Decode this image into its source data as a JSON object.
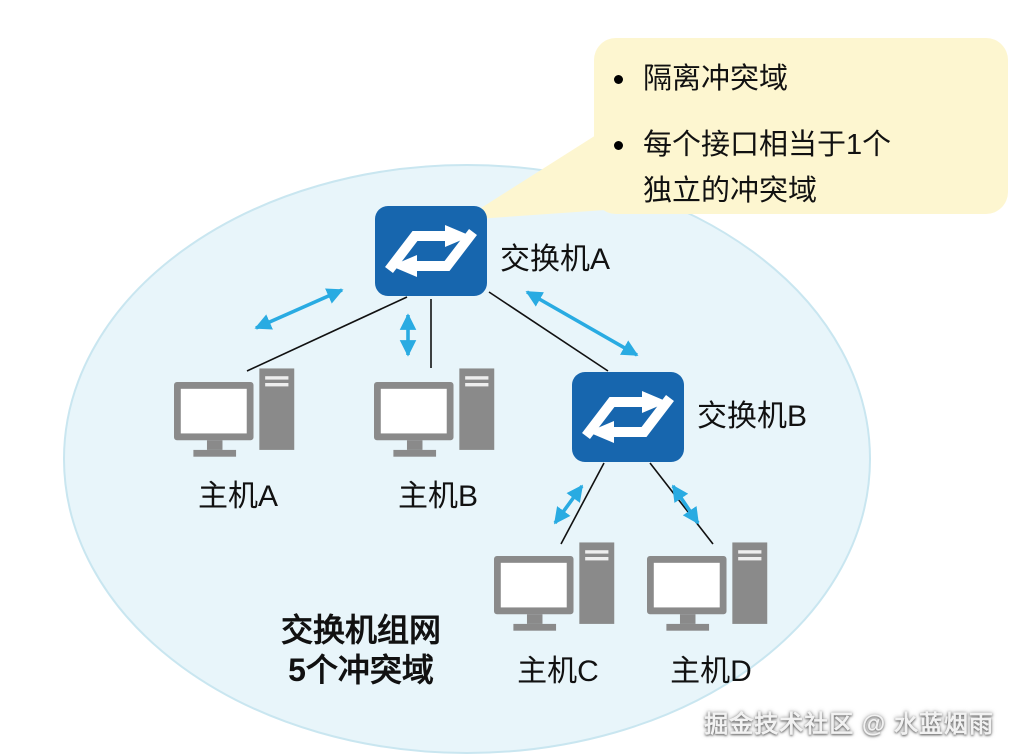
{
  "callout": {
    "bullets": [
      {
        "line1": "隔离冲突域"
      },
      {
        "line1": "每个接口相当于1个",
        "line2": "独立的冲突域"
      }
    ]
  },
  "devices": {
    "switch_a": {
      "label": "交换机A"
    },
    "switch_b": {
      "label": "交换机B"
    },
    "host_a": {
      "label": "主机A"
    },
    "host_b": {
      "label": "主机B"
    },
    "host_c": {
      "label": "主机C"
    },
    "host_d": {
      "label": "主机D"
    }
  },
  "caption": {
    "line1": "交换机组网",
    "line2": "5个冲突域"
  },
  "watermark": {
    "text": "掘金技术社区 @ 水蓝烟雨"
  },
  "colors": {
    "ellipse_fill": "#e8f5fa",
    "ellipse_stroke": "#c9e6f0",
    "callout_fill": "#fdf6d0",
    "switch_blue": "#1766ae",
    "host_gray": "#8a8a8a",
    "arrow_cyan": "#29abe2",
    "line_black": "#111111"
  }
}
